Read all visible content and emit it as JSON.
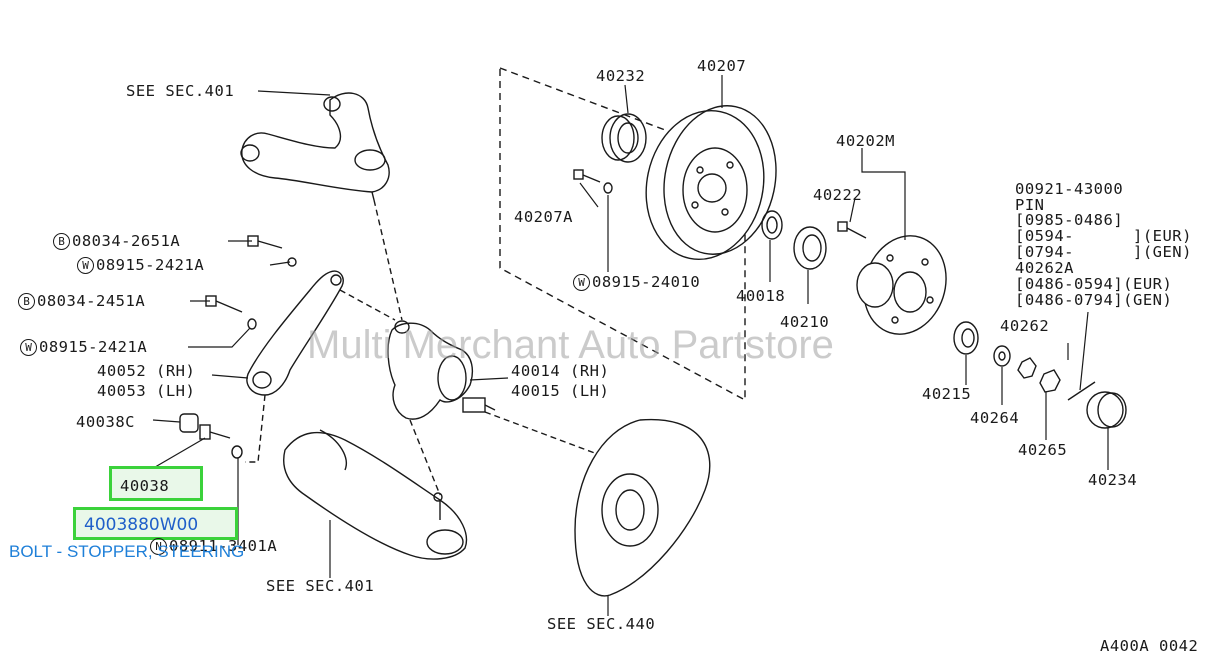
{
  "watermark": "Multi Merchant Auto Partstore",
  "figure_code": "A400A 0042",
  "labels": {
    "see_sec_401_top": "SEE SEC.401",
    "see_sec_401_bottom": "SEE SEC.401",
    "see_sec_440": "SEE SEC.440",
    "p40232": "40232",
    "p40207": "40207",
    "p40202M": "40202M",
    "p40222": "40222",
    "p40207A": "40207A",
    "w08915_24010": "08915-24010",
    "p40018": "40018",
    "p40210": "40210",
    "b08034_2651A": "08034-2651A",
    "w08915_2421A_a": "08915-2421A",
    "b08034_2451A": "08034-2451A",
    "w08915_2421A_b": "08915-2421A",
    "p40052": "40052 (RH)",
    "p40053": "40053 (LH)",
    "p40014": "40014 (RH)",
    "p40015": "40015 (LH)",
    "p40038C": "40038C",
    "p40038": "40038",
    "p4003880W00": "4003880W00",
    "n08911": "08911-3401A",
    "p40215": "40215",
    "p40262": "40262",
    "p40264": "40264",
    "p40265": "40265",
    "p40234": "40234",
    "pin_lines": [
      "00921-43000",
      "PIN",
      "[0985-0486]",
      "[0594-      ](EUR)",
      "[0794-      ](GEN)",
      "40262A",
      "[0486-0594](EUR)",
      "[0486-0794](GEN)"
    ]
  },
  "symbols": {
    "B": "B",
    "W": "W",
    "N": "N"
  },
  "description": "BOLT - STOPPER, STEERING"
}
